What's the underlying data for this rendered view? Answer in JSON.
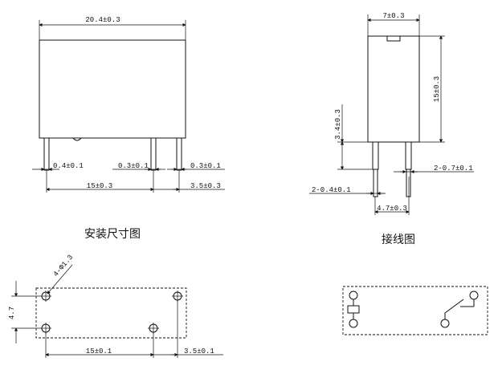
{
  "captions": {
    "mounting": "安装尺寸图",
    "wiring": "接线图"
  },
  "front_view": {
    "width": "20.4±0.3",
    "pin_width_left": "0.4±0.1",
    "pin_width_mid": "0.3±0.1",
    "pin_width_right": "0.3±0.1",
    "pin_pitch": "15±0.3",
    "pin_offset": "3.5±0.3"
  },
  "side_view": {
    "thickness": "7±0.3",
    "height": "15±0.3",
    "pin_length": "3.4±0.3",
    "pin_width_a": "2-0.7±0.1",
    "pin_width_b": "2-0.4±0.1",
    "pin_spacing": "4.7±0.3"
  },
  "pcb_layout": {
    "hole_dia": "4-Φ1.3",
    "row_spacing": "4.7",
    "pitch": "15±0.1",
    "offset": "3.5±0.1"
  }
}
